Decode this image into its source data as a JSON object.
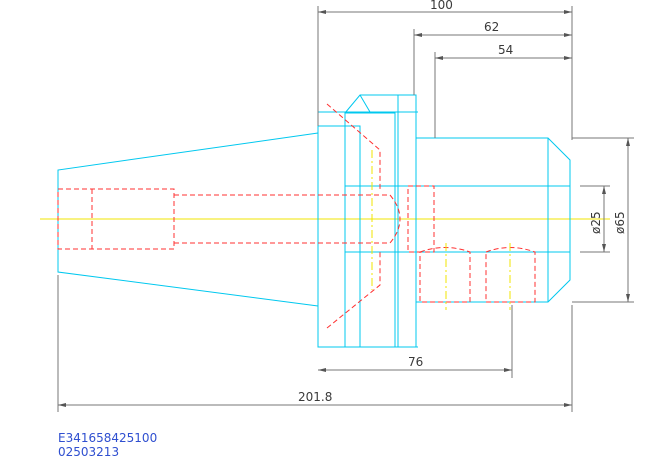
{
  "dimensions": {
    "overall_length": "201.8",
    "length_100": "100",
    "length_62": "62",
    "length_54": "54",
    "length_76": "76",
    "diameter_25": "ø25",
    "diameter_65": "ø65"
  },
  "caption": {
    "line1": "E341658425100",
    "line2": "02503213"
  },
  "colors": {
    "outline": "#00c8ef",
    "hidden": "#ff3030",
    "centerline": "#f2e600",
    "dimension": "#777777",
    "caption": "#2f4fd0"
  }
}
